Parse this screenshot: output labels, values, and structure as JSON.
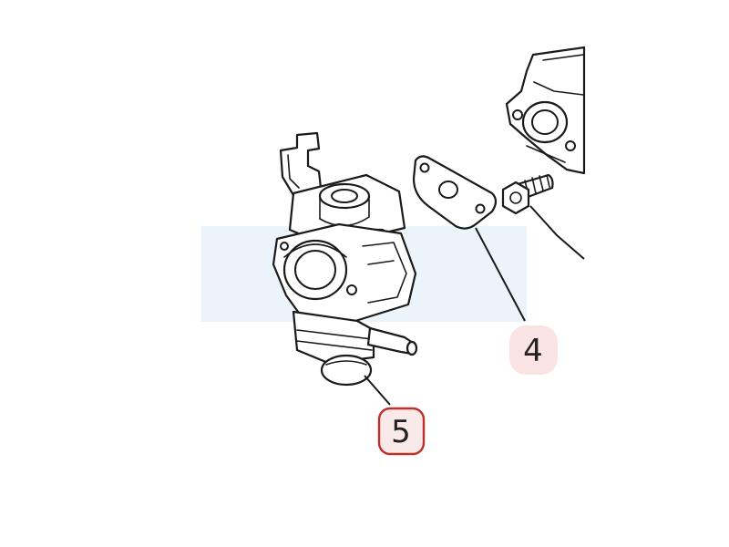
{
  "colors": {
    "highlight_band": "#eaf4fa",
    "callout_4_bg": "#f9e3e3",
    "callout_5_bg": "#fae9e9",
    "callout_5_border": "#c0302a",
    "line": "#1a1a1a"
  },
  "callouts": [
    {
      "id": "4",
      "label": "4",
      "part": "gasket",
      "selected": false
    },
    {
      "id": "5",
      "label": "5",
      "part": "carburetor",
      "selected": true
    }
  ]
}
